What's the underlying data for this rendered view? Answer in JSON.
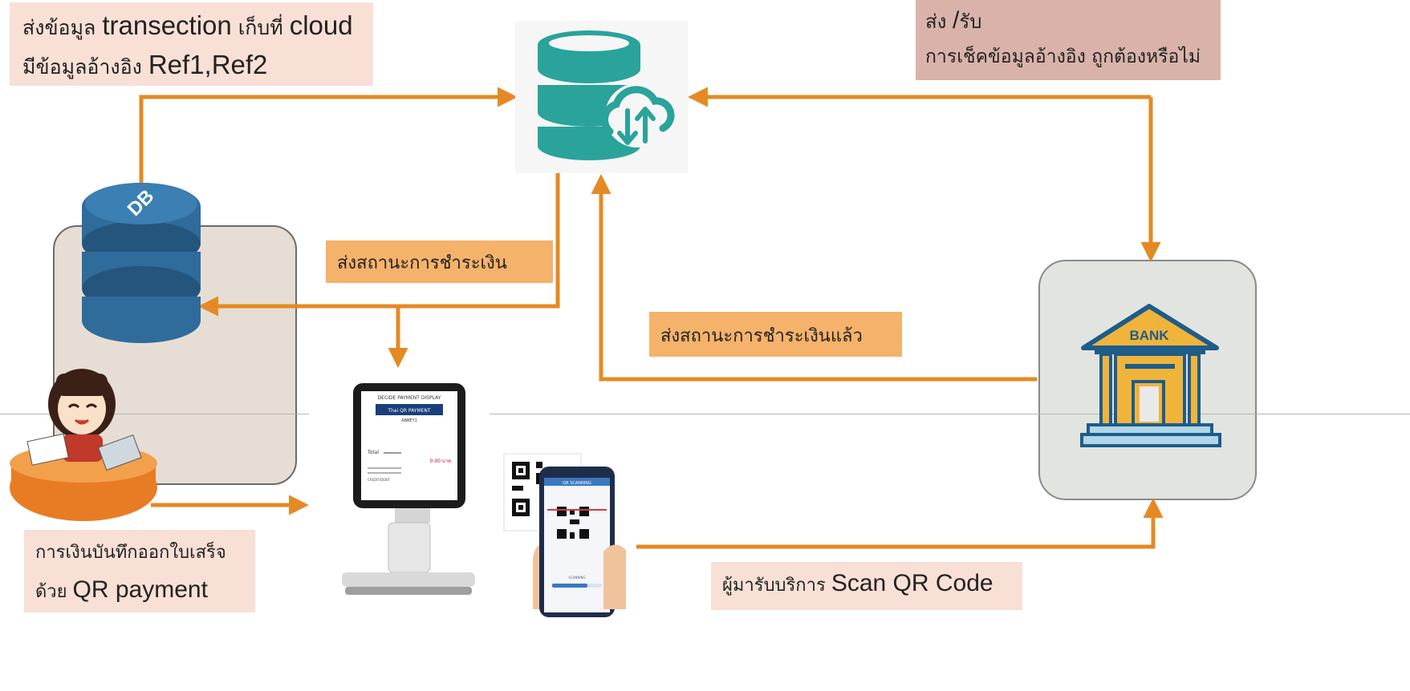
{
  "labels": {
    "cloud_store_line1_pre": "ส่งข้อมูล",
    "cloud_store_line1_big": "transection",
    "cloud_store_line1_mid": "เก็บที่",
    "cloud_store_line1_end": "cloud",
    "cloud_store_line2_pre": "มีข้อมูลอ้างอิง",
    "cloud_store_line2_big": "Ref1,Ref2",
    "send_receive_line1_pre": "ส่ง",
    "send_receive_line1_big": "/",
    "send_receive_line1_end": "รับ",
    "send_receive_line2": "การเช็คข้อมูลอ้างอิง ถูกต้องหรือไม่",
    "send_status": "ส่งสถานะการชำระเงิน",
    "send_status_done": "ส่งสถานะการชำระเงินแล้ว",
    "cashier_line1": "การเงินบันทึกออกใบเสร็จ",
    "cashier_line2_pre": "ด้วย",
    "cashier_line2_big": "QR payment",
    "customer_pre": "ผู้มารับบริการ",
    "customer_big": "Scan QR Code"
  },
  "icons": {
    "db": "DB",
    "bank": "BANK",
    "tablet_header": "DECIDE PAYMENT DISPLAY",
    "tablet_brand": "Thai QR PAYMENT",
    "tablet_sub": "ABBEY1",
    "tablet_total": "Total",
    "tablet_amount": "0.00 บาท",
    "tablet_method": "CREDIT/DEBIT",
    "phone_title": "QR SCANNING",
    "phone_status": "SCANNING"
  },
  "colors": {
    "arrow": "#e48a24",
    "cloud_db": "#2aa39b",
    "db": "#2f6c9c",
    "bank": "#f0b43a",
    "bank_roof": "#1e5c8a",
    "panel": "#e5dfd7"
  }
}
